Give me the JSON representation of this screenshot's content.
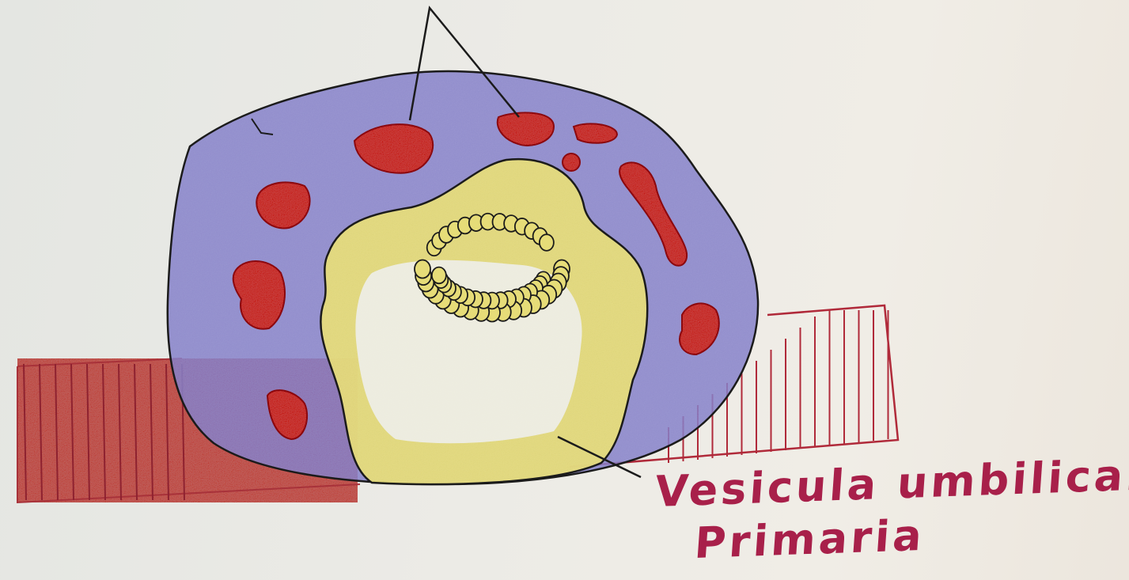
{
  "caption": {
    "line1": "Vesicula umbilical",
    "line2": "Primaria"
  },
  "colors": {
    "paper": "#ecebe6",
    "outline": "#1b1b1b",
    "cytotrophoblast_purple": "#8a86c9",
    "lacunae_red": "#c9433f",
    "yolk_yellow": "#e8df7c",
    "endometrium_red": "#b3403d",
    "label_magenta": "#a8204a"
  },
  "icons": {
    "embryo": "implanted-blastocyst-drawing",
    "lacunae": "trophoblastic-lacunae-blobs",
    "amnion": "amniotic-cavity-cell-ring"
  }
}
